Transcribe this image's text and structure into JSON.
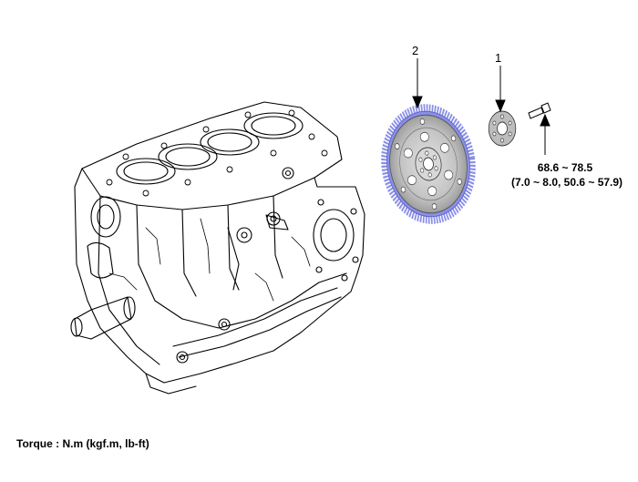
{
  "callouts": {
    "flywheel": "2",
    "adapter_plate": "1"
  },
  "torque": {
    "nm": "68.6 ~ 78.5",
    "alt_units": "(7.0 ~ 8.0, 50.6 ~ 57.9)"
  },
  "legend": {
    "torque_units": "Torque : N.m (kgf.m, lb-ft)"
  },
  "colors": {
    "ring_gear": "#8a8fe6",
    "ring_gear_dark": "#5e63c8",
    "flywheel_plate": "#c9c9c9",
    "line_art": "#000000"
  }
}
